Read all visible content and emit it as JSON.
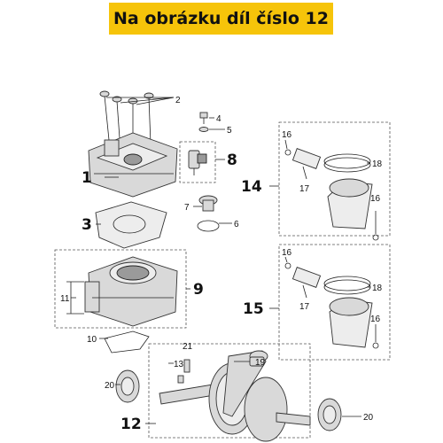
{
  "header": {
    "title": "Na obrázku díl číslo 12"
  },
  "labels": {
    "l1": "1",
    "l2": "2",
    "l3": "3",
    "l4": "4",
    "l5": "5",
    "l6": "6",
    "l7": "7",
    "l8": "8",
    "l9": "9",
    "l10": "10",
    "l11": "11",
    "l12": "12",
    "l13": "13",
    "l14": "14",
    "l15": "15",
    "l16a": "16",
    "l16b": "16",
    "l16c": "16",
    "l16d": "16",
    "l17a": "17",
    "l17b": "17",
    "l18a": "18",
    "l18b": "18",
    "l19": "19",
    "l20a": "20",
    "l20b": "20",
    "l21": "21"
  },
  "colors": {
    "banner": "#f6c40a",
    "text": "#111111",
    "line": "#222222"
  }
}
